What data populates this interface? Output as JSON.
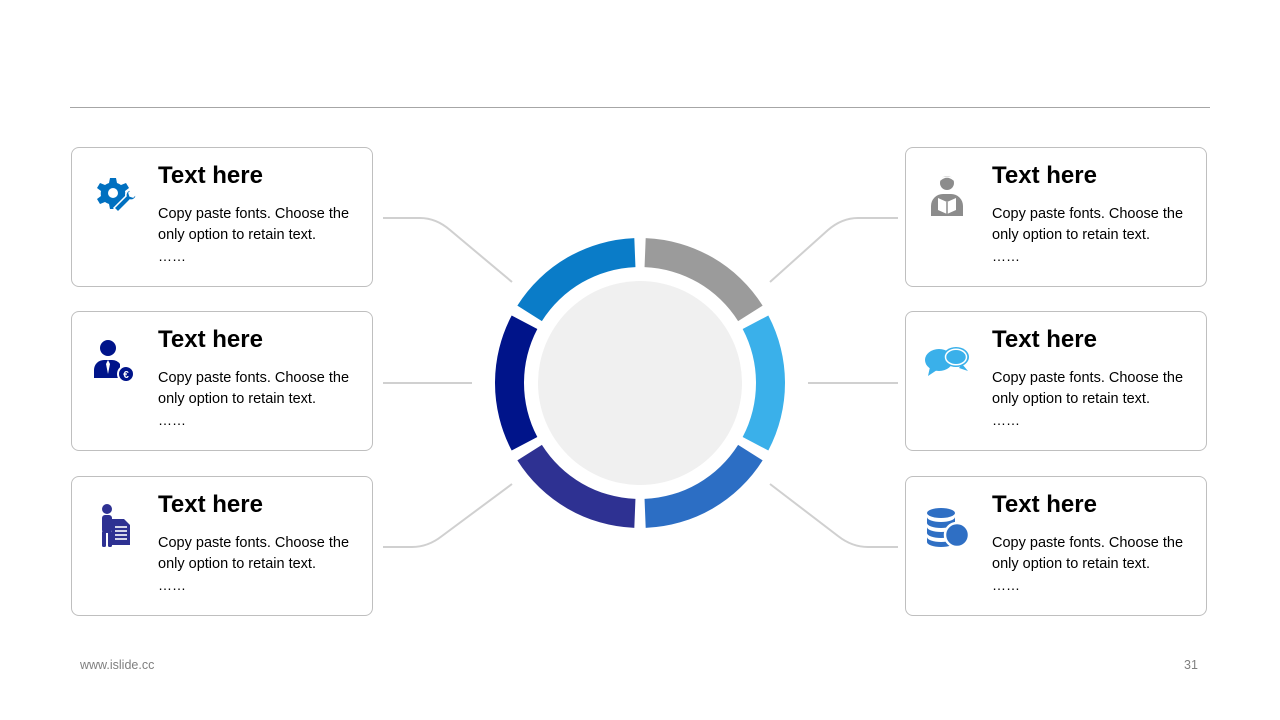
{
  "footer": {
    "url": "www.islide.cc",
    "page_number": "31"
  },
  "cards": [
    {
      "id": "left-1",
      "icon": "gear-wrench-icon",
      "icon_color": "#0070c0",
      "title": "Text here",
      "body": "Copy paste fonts. Choose the only option to retain text.",
      "dots": "……"
    },
    {
      "id": "left-2",
      "icon": "businessman-coin-icon",
      "icon_color": "#00148a",
      "title": "Text here",
      "body": "Copy paste fonts. Choose the only option to retain text.",
      "dots": "……"
    },
    {
      "id": "left-3",
      "icon": "person-document-icon",
      "icon_color": "#2e3192",
      "title": "Text here",
      "body": "Copy paste fonts. Choose the only option to retain text.",
      "dots": "……"
    },
    {
      "id": "right-1",
      "icon": "person-reading-icon",
      "icon_color": "#8c8c8c",
      "title": "Text here",
      "body": "Copy paste fonts. Choose the only option to retain text.",
      "dots": "……"
    },
    {
      "id": "right-2",
      "icon": "speech-bubbles-icon",
      "icon_color": "#3ab0ea",
      "title": "Text here",
      "body": "Copy paste fonts. Choose the only option to retain text.",
      "dots": "……"
    },
    {
      "id": "right-3",
      "icon": "database-coin-icon",
      "icon_color": "#2f6fc4",
      "title": "Text here",
      "body": "Copy paste fonts. Choose the only option to retain text.",
      "dots": "……"
    }
  ],
  "ring_colors": {
    "top_left": "#0a7cc8",
    "top_right": "#9b9b9b",
    "right": "#3ab0ea",
    "bottom_right": "#2c6ec4",
    "bottom_left": "#2e3192",
    "left": "#00148a",
    "center": "#f0f0f0",
    "connector": "#d0d0d0"
  }
}
